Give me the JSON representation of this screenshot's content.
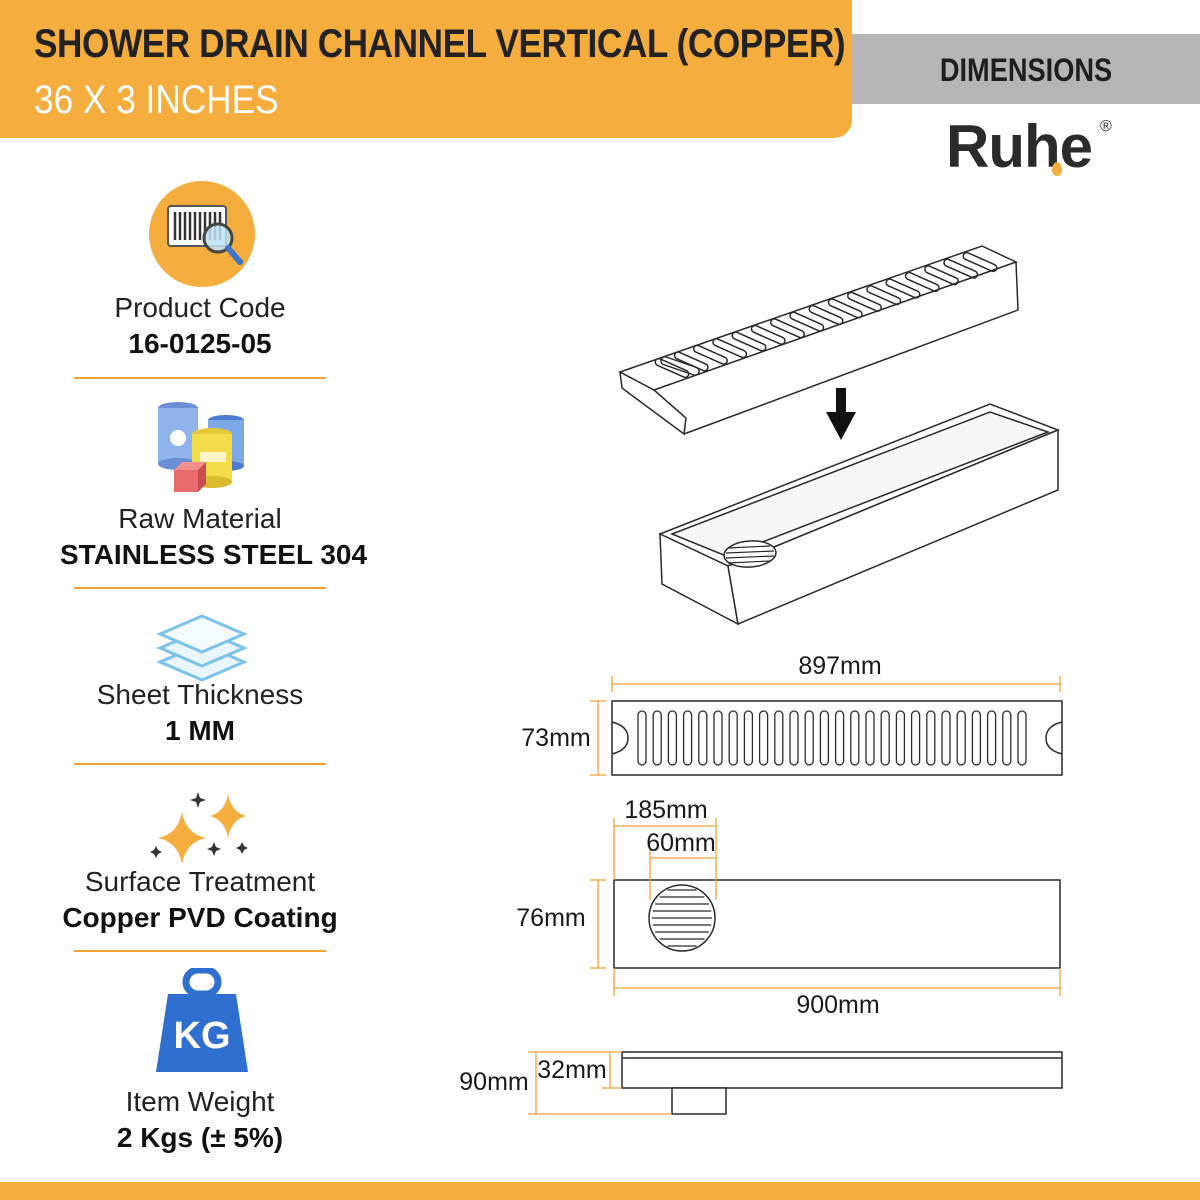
{
  "header": {
    "title": "SHOWER DRAIN CHANNEL VERTICAL (COPPER)",
    "subtitle": "36 X 3 INCHES",
    "dimensions_label": "DIMENSIONS",
    "brand": "Ruhe",
    "brand_mark": "®"
  },
  "specs": [
    {
      "icon": "barcode-search-icon",
      "label": "Product Code",
      "value": "16-0125-05"
    },
    {
      "icon": "raw-material-icon",
      "label": "Raw Material",
      "value": "STAINLESS STEEL 304"
    },
    {
      "icon": "sheet-layers-icon",
      "label": "Sheet Thickness",
      "value": "1 MM"
    },
    {
      "icon": "sparkle-icon",
      "label": "Surface Treatment",
      "value": "Copper PVD Coating"
    },
    {
      "icon": "kg-weight-icon",
      "label": "Item Weight",
      "value": "2 Kgs (± 5%)"
    }
  ],
  "dimensions": {
    "grate_length": "897mm",
    "grate_width": "73mm",
    "outlet_offset": "185mm",
    "outlet_diameter": "60mm",
    "channel_width": "76mm",
    "channel_length": "900mm",
    "total_height": "90mm",
    "channel_depth": "32mm"
  },
  "colors": {
    "accent": "#f5ad3d",
    "gray_bar": "#b5b5b5",
    "dimension_line": "#f0a13a",
    "kg_icon": "#2f6fd0"
  }
}
